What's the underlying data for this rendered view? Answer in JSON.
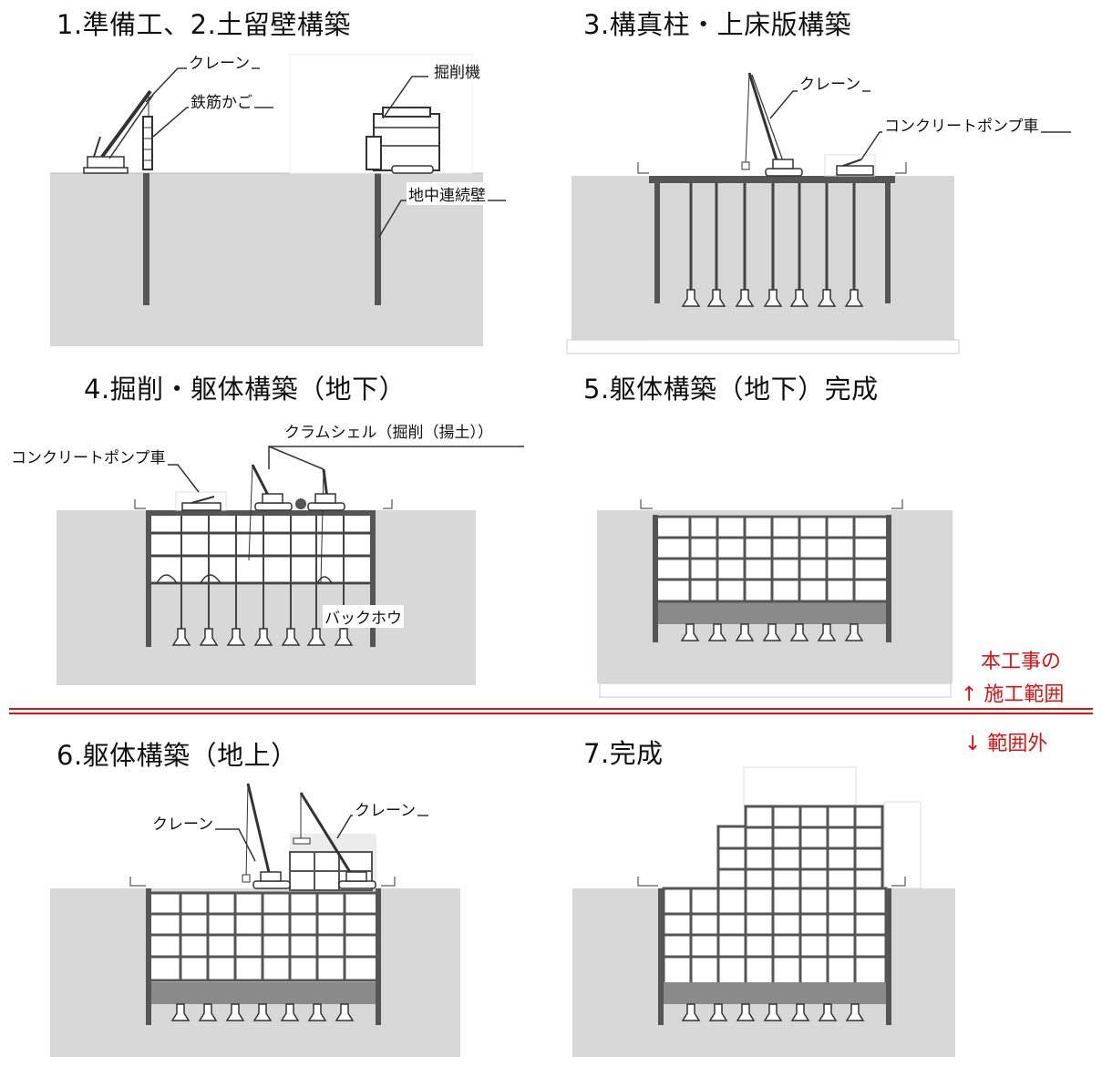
{
  "titles": {
    "step1": "1.準備工、2.土留壁構築",
    "step3": "3.構真柱・上床版構築",
    "step4": "4.掘削・躯体構築（地下）",
    "step5": "5.躯体構築（地下）完成",
    "step6": "6.躯体構築（地上）",
    "step7": "7.完成"
  },
  "labels": {
    "p1_crane": "クレーン",
    "p1_rebar_cage": "鉄筋かご",
    "p1_excavator": "掘削機",
    "p1_diaphragm_wall": "地中連続壁",
    "p3_crane": "クレーン",
    "p3_pump_truck": "コンクリートポンプ車",
    "p4_pump_truck": "コンクリートポンプ車",
    "p4_clamshell": "クラムシェル（掘削（揚土））",
    "p4_backhoe": "バックホウ",
    "p6_crane_left": "クレーン",
    "p6_crane_right": "クレーン"
  },
  "scope": {
    "inside_line1": "本工事の",
    "inside_line2": "↑ 施工範囲",
    "outside": "↓ 範囲外",
    "color": "#e01010"
  },
  "colors": {
    "ground": "#d8d8d8",
    "line": "#333333",
    "slab_dark": "#8a8a8a"
  }
}
